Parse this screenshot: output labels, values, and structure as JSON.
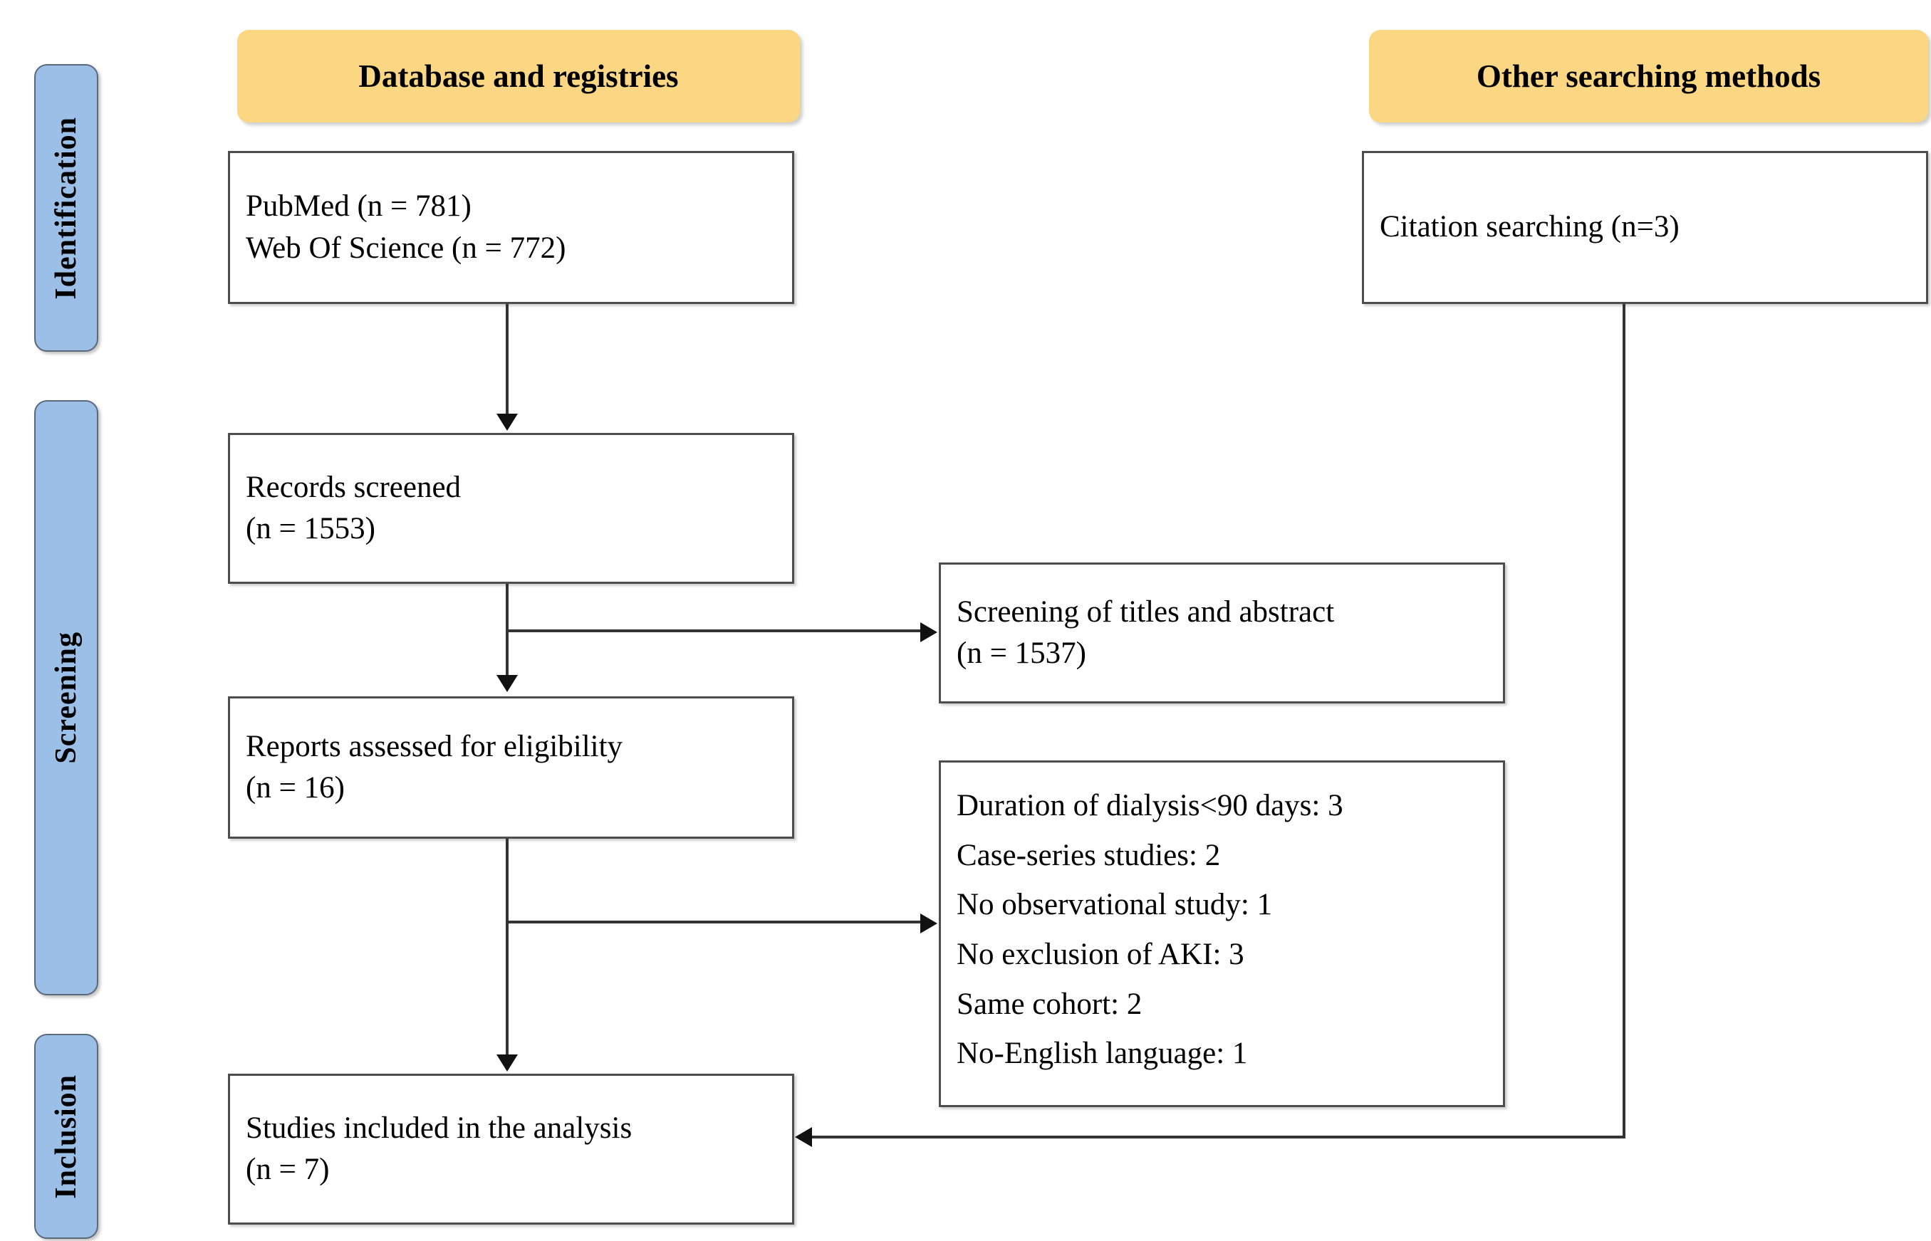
{
  "figure": {
    "type": "prisma-flow-diagram",
    "colors": {
      "stage_pill": "#9BBFE6",
      "banner": "#FBD683",
      "box_border": "#4D4D4D",
      "connector": "#333333"
    }
  },
  "stages": [
    {
      "label": "Identification"
    },
    {
      "label": "Screening"
    },
    {
      "label": "Inclusion"
    }
  ],
  "banners": {
    "left": "Database and registries",
    "right": "Other searching methods"
  },
  "boxes": {
    "sources": {
      "lines": [
        "PubMed (n = 781)",
        "Web Of Science (n = 772)"
      ]
    },
    "citation_searching": {
      "lines": [
        "Citation searching  (n=3)"
      ]
    },
    "records_screened": {
      "lines": [
        "Records screened",
        "(n = 1553)"
      ]
    },
    "titles_abstract_screening": {
      "lines": [
        "Screening  of titles and abstract",
        "(n = 1537)"
      ]
    },
    "reports_assessed": {
      "lines": [
        "Reports assessed  for eligibility",
        "(n = 16)"
      ]
    },
    "exclusions": {
      "lines": [
        "Duration of dialysis<90  days: 3",
        "Case-series studies: 2",
        "No observational  study: 1",
        "No exclusion of AKI: 3",
        "Same cohort: 2",
        "No-English language: 1"
      ]
    },
    "studies_included": {
      "lines": [
        "Studies included  in the analysis",
        "(n = 7)"
      ]
    }
  },
  "chart_data": {
    "type": "diagram",
    "title": "PRISMA study selection flow",
    "nodes": [
      {
        "id": "pubmed",
        "label": "PubMed",
        "n": 781
      },
      {
        "id": "wos",
        "label": "Web Of Science",
        "n": 772
      },
      {
        "id": "citation",
        "label": "Citation searching",
        "n": 3
      },
      {
        "id": "screened",
        "label": "Records screened",
        "n": 1553
      },
      {
        "id": "title_abs_excluded",
        "label": "Screening of titles and abstract",
        "n": 1537
      },
      {
        "id": "eligibility",
        "label": "Reports assessed for eligibility",
        "n": 16
      },
      {
        "id": "included",
        "label": "Studies included in the analysis",
        "n": 7
      }
    ],
    "exclusion_reasons": [
      {
        "reason": "Duration of dialysis<90 days",
        "n": 3
      },
      {
        "reason": "Case-series studies",
        "n": 2
      },
      {
        "reason": "No observational study",
        "n": 1
      },
      {
        "reason": "No exclusion of AKI",
        "n": 3
      },
      {
        "reason": "Same cohort",
        "n": 2
      },
      {
        "reason": "No-English language",
        "n": 1
      }
    ]
  }
}
